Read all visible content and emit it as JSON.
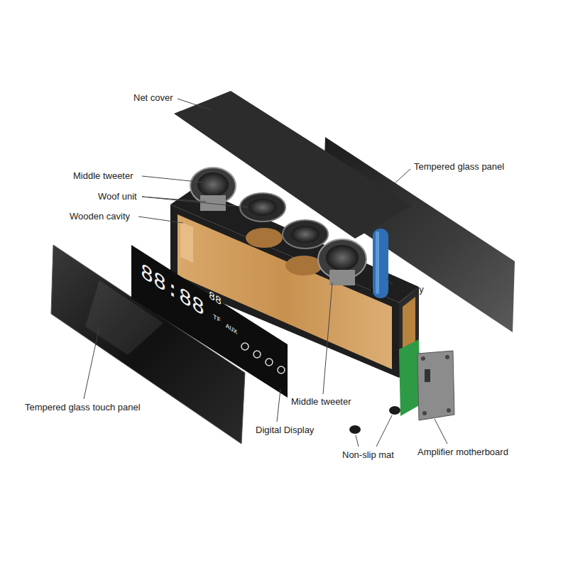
{
  "diagram": {
    "labels": [
      "Net cover",
      "Middle tweeter",
      "Woof unit",
      "Wooden cavity",
      "Tempered glass panel",
      "battery",
      "Tempered glass touch panel",
      "Digital Display",
      "Middle tweeter",
      "Non-slip mat",
      "Amplifier motherboard",
      "88:88",
      "88",
      "TF",
      "AUX"
    ]
  }
}
